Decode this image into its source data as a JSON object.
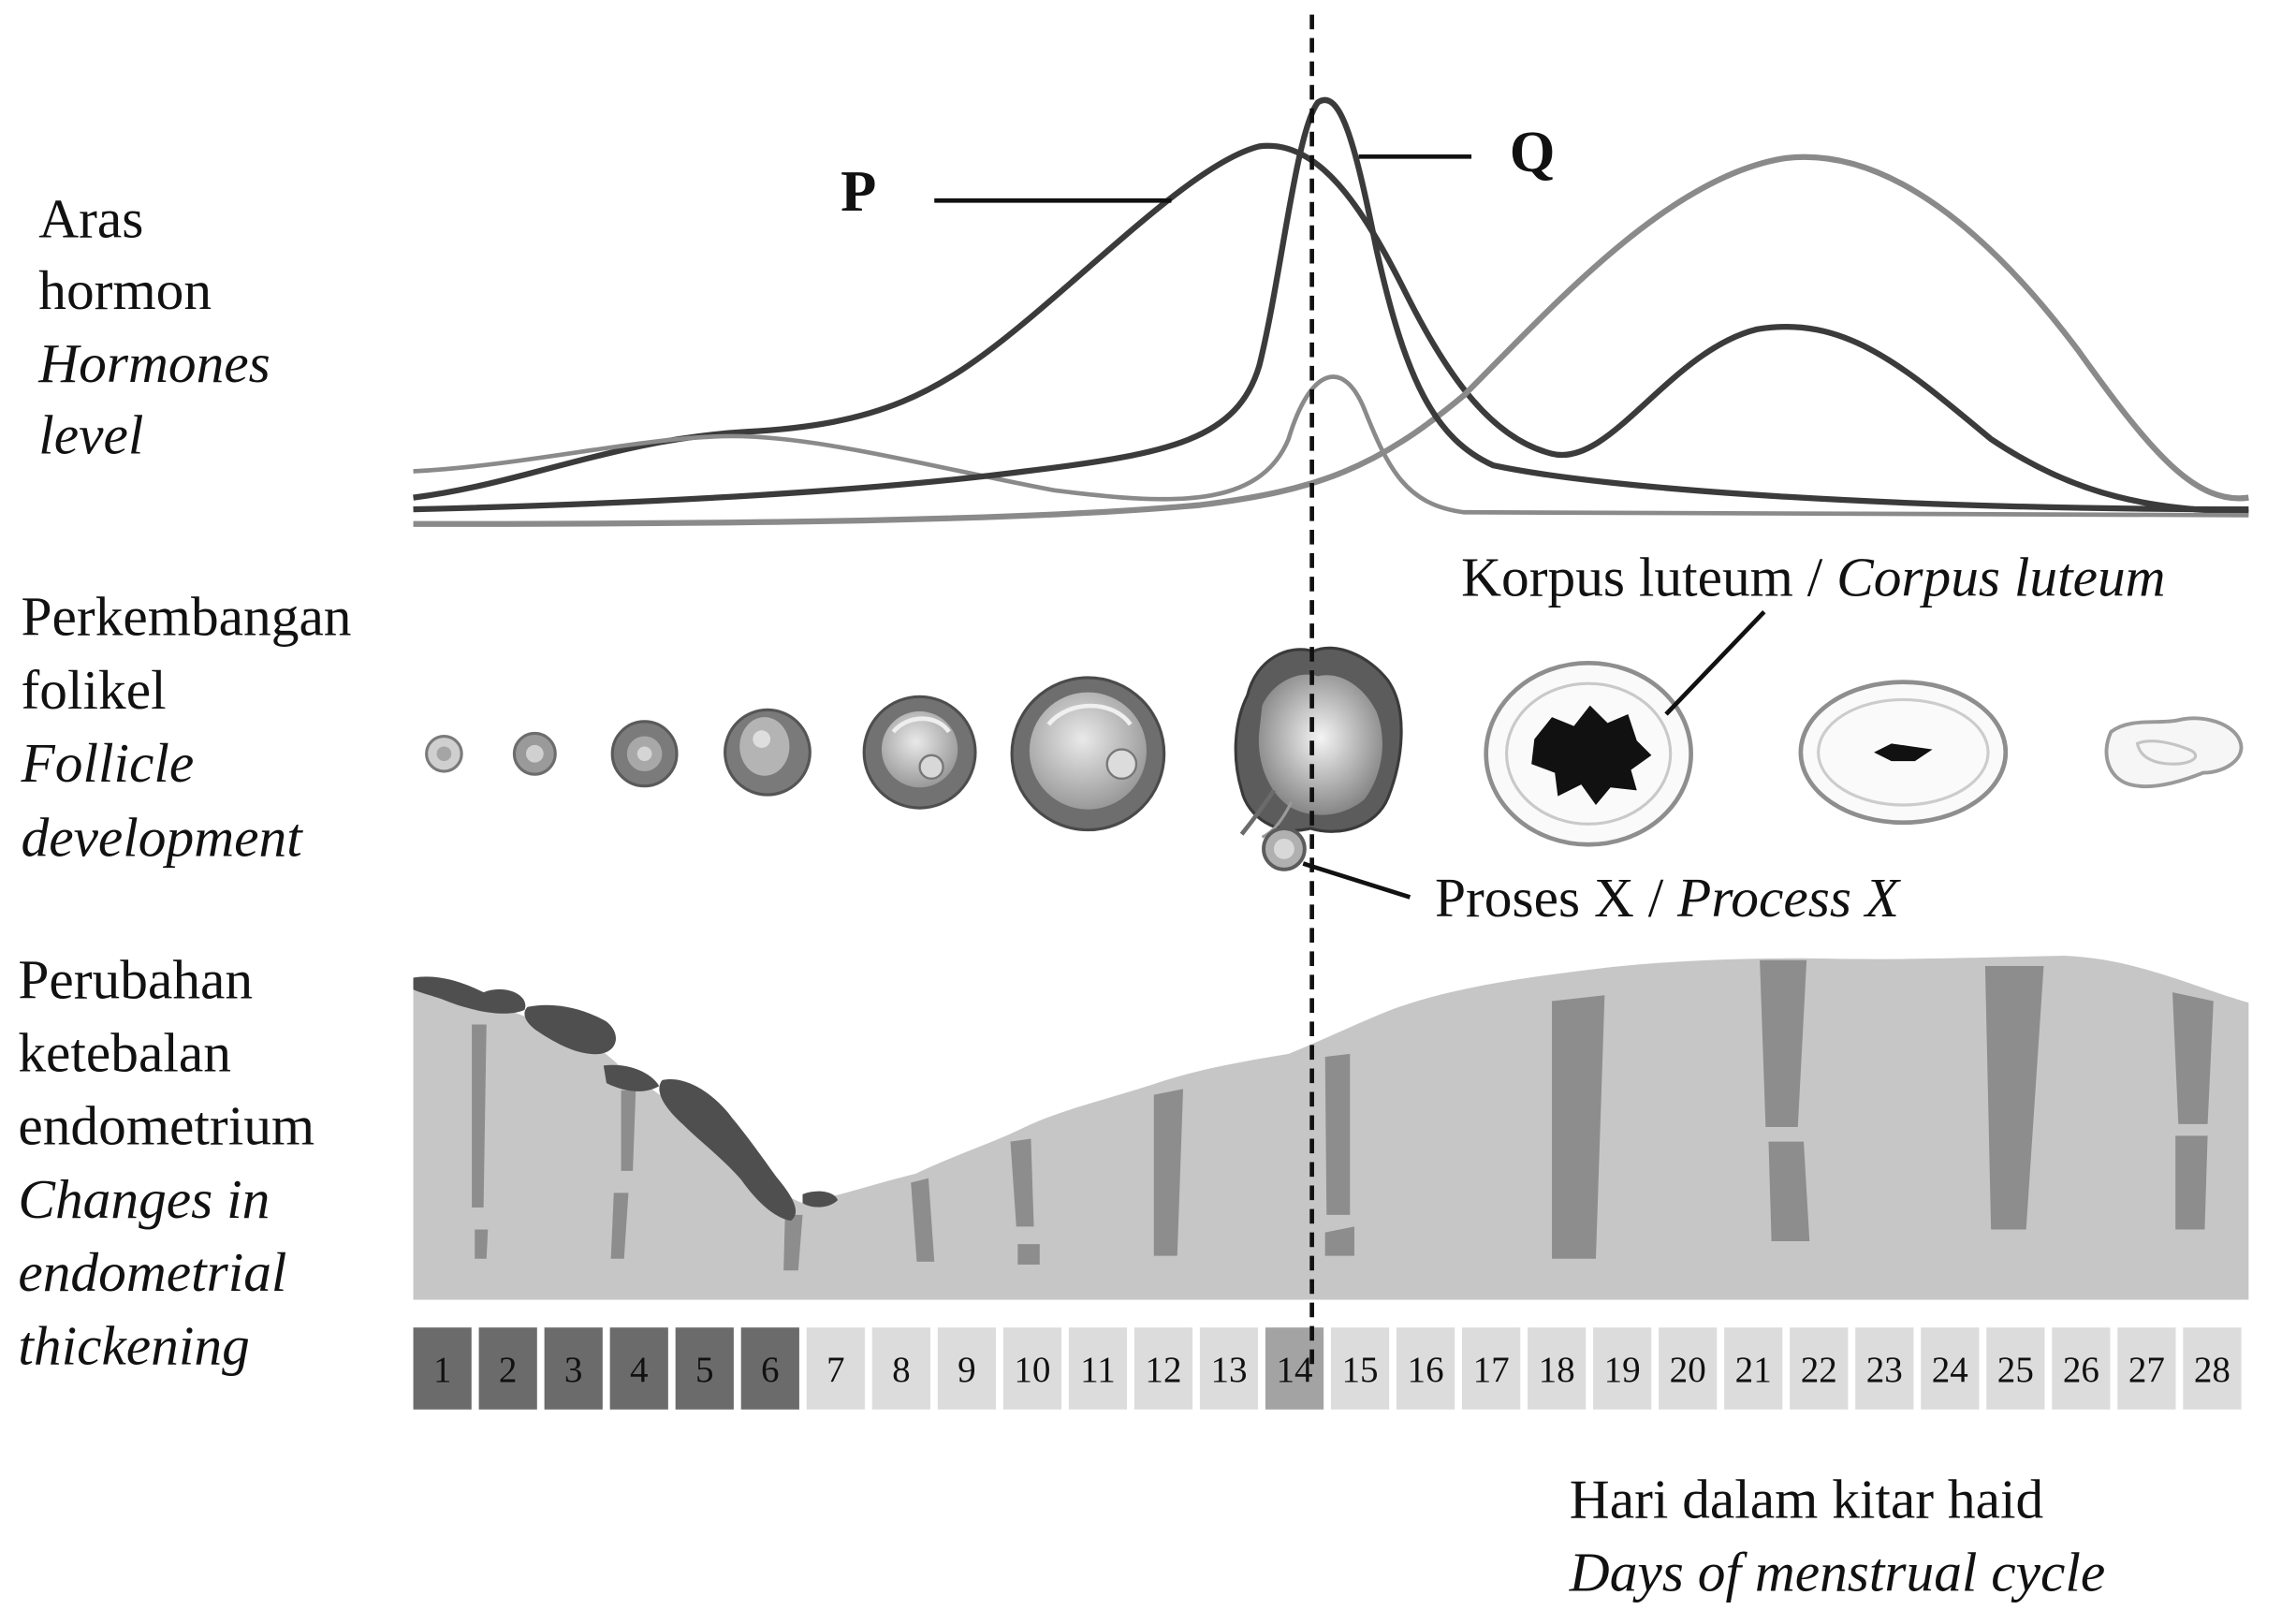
{
  "labels": {
    "hormones": {
      "line1": "Aras",
      "line2": "hormon",
      "line3": "Hormones",
      "line4": "level"
    },
    "follicle": {
      "line1": "Perkembangan",
      "line2": "folikel",
      "line3": "Follicle",
      "line4": "development"
    },
    "endometrium": {
      "line1": "Perubahan",
      "line2": "ketebalan",
      "line3": "endometrium",
      "line4": "Changes in",
      "line5": "endometrial",
      "line6": "thickening"
    },
    "p": "P",
    "q": "Q",
    "corpus_luteum": {
      "malay": "Korpus luteum / ",
      "english": "Corpus luteum"
    },
    "process_x": {
      "malay": "Proses X / ",
      "english": "Process X"
    },
    "axis_title": {
      "malay": "Hari dalam kitar haid",
      "english": "Days of menstrual cycle"
    }
  },
  "days": [
    "1",
    "2",
    "3",
    "4",
    "5",
    "6",
    "7",
    "8",
    "9",
    "10",
    "11",
    "12",
    "13",
    "14",
    "15",
    "16",
    "17",
    "18",
    "19",
    "20",
    "21",
    "22",
    "23",
    "24",
    "25",
    "26",
    "27",
    "28"
  ],
  "day_shading": {
    "menstruation_days": 6,
    "ovulation_day": 14
  },
  "colors": {
    "curve_dark": "#3b3b3b",
    "curve_light": "#8a8a8a",
    "endometrium_base": "#c6c6c6",
    "gland": "#8d8d8d",
    "bleeding": "#4f4f4f",
    "day_box_dark": "#6b6b6b",
    "day_box_light": "#dcdcdc",
    "day_box_ovulation": "#a3a3a3"
  }
}
